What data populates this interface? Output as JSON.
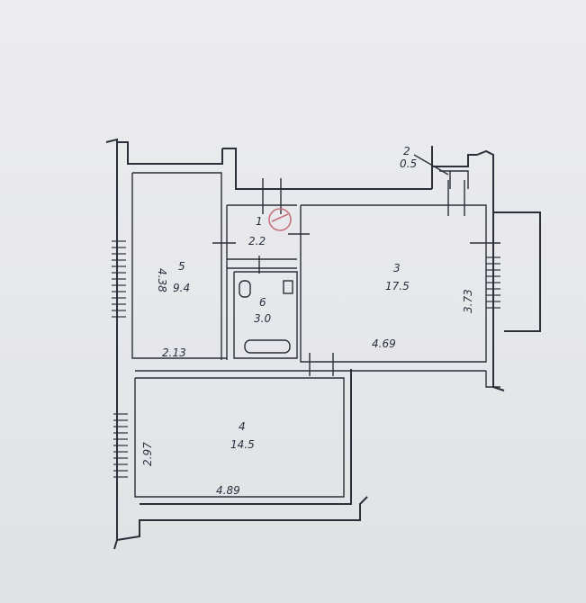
{
  "rooms": [
    {
      "number": "1",
      "area": "2.2"
    },
    {
      "number": "2",
      "area": "0.5"
    },
    {
      "number": "3",
      "area": "17.5"
    },
    {
      "number": "4",
      "area": "14.5"
    },
    {
      "number": "5",
      "area": "9.4"
    },
    {
      "number": "6",
      "area": "3.0"
    }
  ],
  "dimensions": {
    "room5_height": "4.38",
    "room5_width": "2.13",
    "room3_height": "3.73",
    "room3_width": "4.69",
    "room4_height": "2.97",
    "room4_width": "4.89"
  },
  "colors": {
    "ink": "#2b2f3a",
    "stamp": "#c9727f",
    "paper": "#e9e9ec"
  }
}
